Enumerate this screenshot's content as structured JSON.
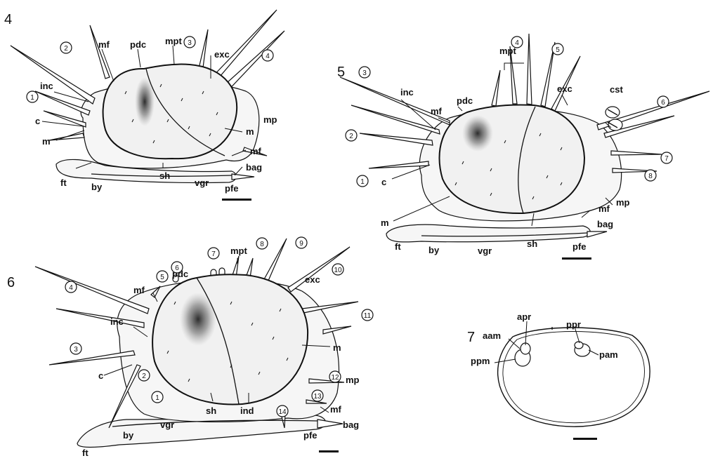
{
  "figures": [
    {
      "number": "4",
      "labels": {
        "mf": "mf",
        "pdc": "pdc",
        "mpt": "mpt",
        "exc": "exc",
        "inc": "inc",
        "c": "c",
        "m_left": "m",
        "mp": "mp",
        "m_right": "m",
        "mf_lower": "mf",
        "bag": "bag",
        "ft": "ft",
        "by": "by",
        "sh": "sh",
        "vgr": "vgr",
        "pfe": "pfe"
      },
      "tentacles": [
        "1",
        "2",
        "3",
        "4"
      ]
    },
    {
      "number": "5",
      "labels": {
        "mpt": "mpt",
        "inc": "inc",
        "pdc": "pdc",
        "mf": "mf",
        "exc": "exc",
        "cst": "cst",
        "c": "c",
        "m": "m",
        "mp": "mp",
        "mf_lower": "mf",
        "bag": "bag",
        "ft": "ft",
        "by": "by",
        "vgr": "vgr",
        "sh": "sh",
        "pfe": "pfe"
      },
      "tentacles": [
        "1",
        "2",
        "3",
        "4",
        "5",
        "6",
        "7",
        "8"
      ]
    },
    {
      "number": "6",
      "labels": {
        "pdc": "pdc",
        "mpt": "mpt",
        "mf": "mf",
        "exc": "exc",
        "inc": "inc",
        "c": "c",
        "m": "m",
        "mp": "mp",
        "mf_lower": "mf",
        "bag": "bag",
        "pfe": "pfe",
        "ind": "ind",
        "sh": "sh",
        "vgr": "vgr",
        "by": "by",
        "ft": "ft"
      },
      "tentacles": [
        "1",
        "2",
        "3",
        "4",
        "5",
        "6",
        "7",
        "8",
        "9",
        "10",
        "11",
        "12",
        "13",
        "14"
      ]
    },
    {
      "number": "7",
      "labels": {
        "apr": "apr",
        "ppr": "ppr",
        "aam": "aam",
        "pam": "pam",
        "ppm": "ppm"
      }
    }
  ]
}
